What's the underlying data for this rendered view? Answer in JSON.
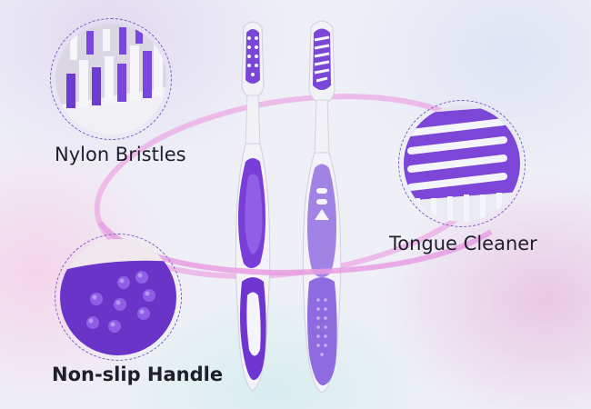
{
  "labels": {
    "nylon": "Nylon Bristles",
    "tongue": "Tongue Cleaner",
    "handle": "Non-slip Handle"
  },
  "colors": {
    "purple": "#6a3fc6",
    "light_purple": "#9b7be0",
    "white": "#f4f4f8",
    "ring": "#e9a6e4"
  }
}
